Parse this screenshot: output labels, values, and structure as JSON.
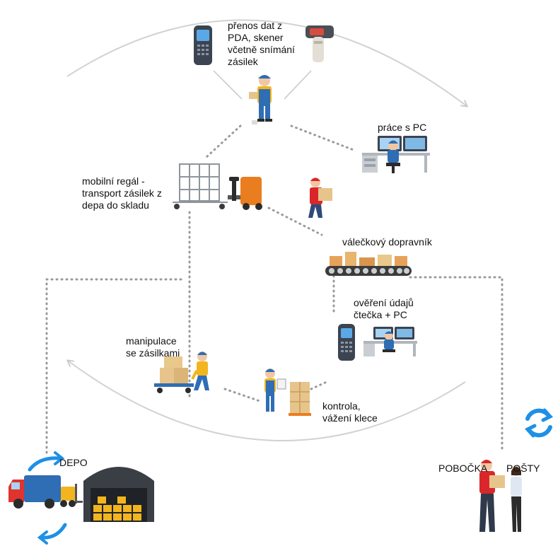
{
  "labels": {
    "data_transfer": "přenos dat z\nPDA, skener\nvčetně snímání\nzásilek",
    "pc_work": "práce s PC",
    "mobile_rack": "mobilní regál -\ntransport zásilek z\ndepa do skladu",
    "roller_conveyor": "válečkový dopravník",
    "data_verification": "ověření údajů\nčtečka + PC",
    "handling": "manipulace\nse zásilkami",
    "inspection": "kontrola,\nvážení klece",
    "depot": "DEPO",
    "branch": "POBOČKA",
    "post": "POŠTY"
  },
  "icons": {
    "sync_color": "#1e90e6",
    "worker_shirt": "#d9262b",
    "worker_overall": "#2f6db4",
    "box_color": "#e7c48b",
    "truck_cab": "#e0342e",
    "truck_box": "#2f6db4",
    "warehouse": "#3a3f45",
    "forklift": "#f2b51f"
  }
}
